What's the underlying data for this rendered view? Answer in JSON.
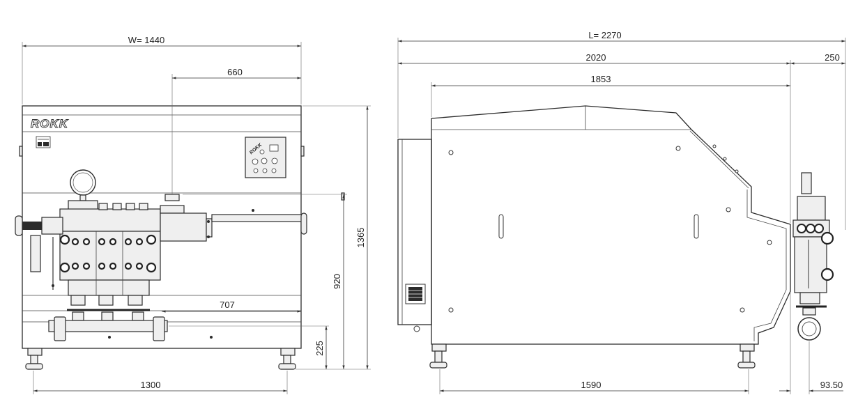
{
  "brand": "ROKK",
  "panel_brand": "ROKK",
  "front_view": {
    "width_label": "W= 1440",
    "dim_660": "660",
    "dim_707": "707",
    "dim_1300": "1300",
    "dim_1365": "1365",
    "dim_920": "920",
    "dim_225": "225"
  },
  "side_view": {
    "length_label": "L=  2270",
    "dim_2020": "2020",
    "dim_250": "250",
    "dim_1853": "1853",
    "dim_1590": "1590",
    "dim_93_50": "93.50"
  }
}
